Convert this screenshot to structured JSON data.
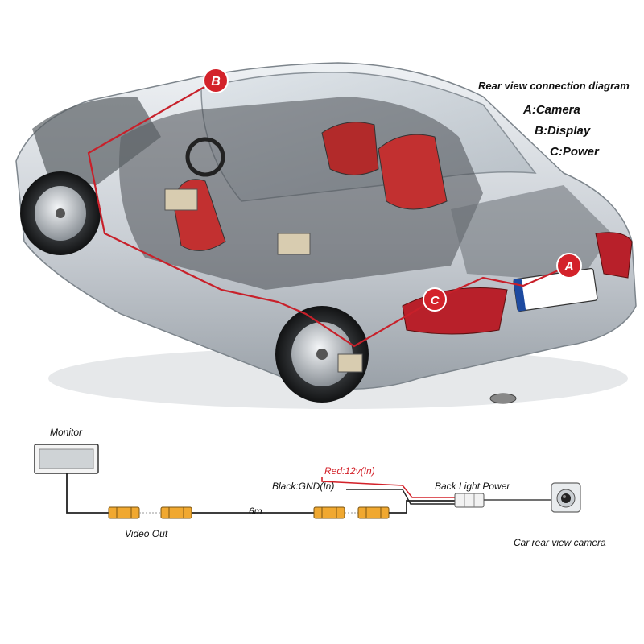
{
  "diagram": {
    "title": "Rear view connection diagram",
    "legend": [
      "A:Camera",
      "B:Display",
      "C:Power"
    ],
    "markers": {
      "a": "A",
      "b": "B",
      "c": "C"
    },
    "colors": {
      "marker": "#d3222a",
      "wire_route": "#c8202a",
      "connector": "#f0a830",
      "text": "#111111"
    }
  },
  "wiring": {
    "monitor_label": "Monitor",
    "video_out_label": "Video Out",
    "cable_length_label": "6m",
    "red_wire_label": "Red:12v(In)",
    "black_wire_label": "Black:GND(In)",
    "back_light_label": "Back Light Power",
    "camera_label": "Car rear view camera"
  }
}
